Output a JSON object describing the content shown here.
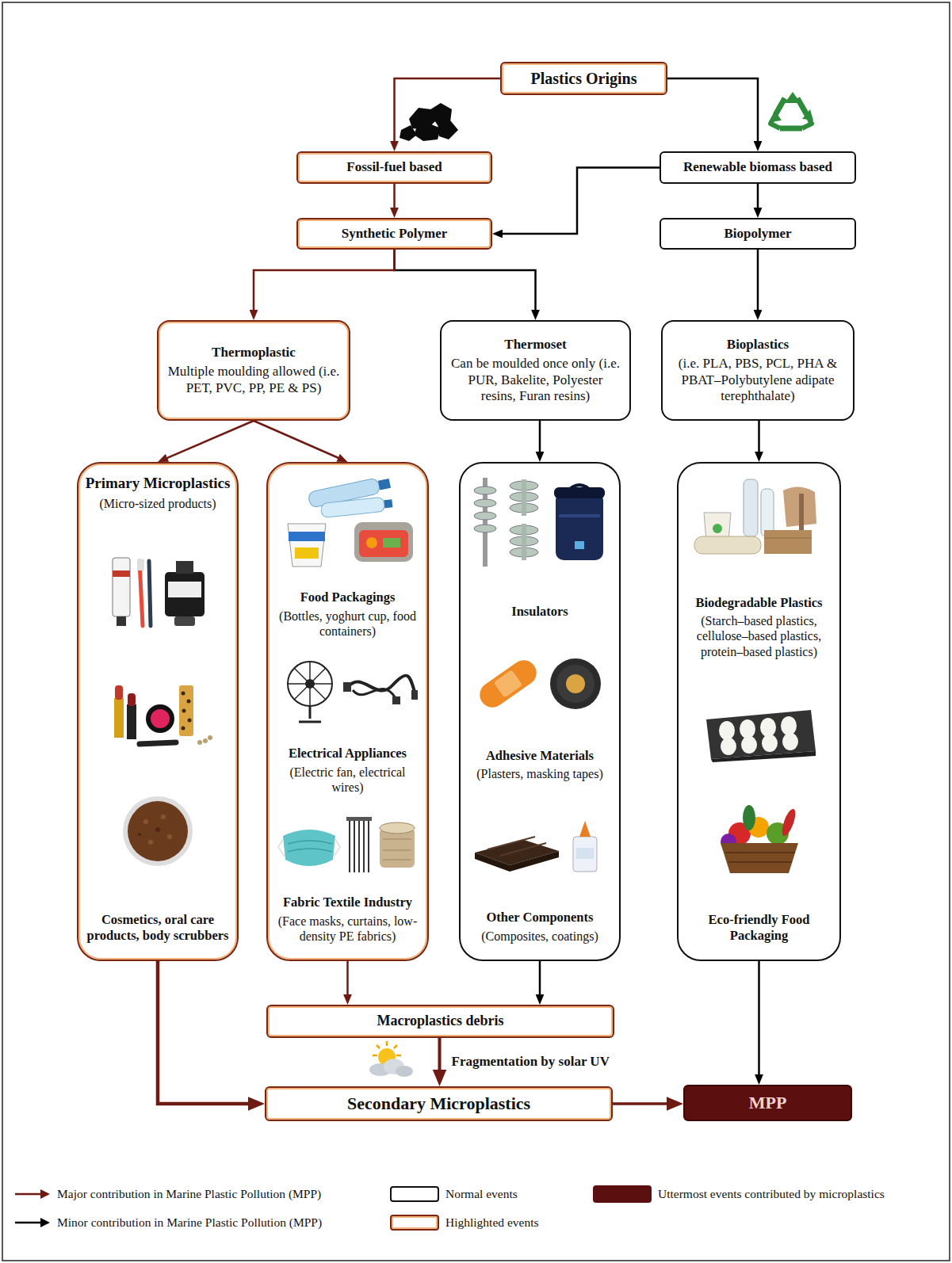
{
  "diagram": {
    "nodes": [
      {
        "text": [
          "Plastics Origins"
        ]
      },
      {
        "text": [
          "Fossil-fuel based"
        ]
      },
      {
        "text": [
          "Renewable biomass based"
        ]
      },
      {
        "text": [
          "Synthetic Polymer"
        ]
      },
      {
        "text": [
          "Biopolymer"
        ]
      },
      {
        "text": [
          "Thermoplastic",
          "Multiple moulding allowed (i.e. PET, PVC, PP, PE & PS)"
        ]
      },
      {
        "text": [
          "Thermoset",
          "Can be moulded once only (i.e. PUR, Bakelite, Polyester resins, Furan resins)"
        ]
      },
      {
        "text": [
          "Bioplastics",
          "(i.e. PLA, PBS, PCL, PHA & PBAT–Polybutylene adipate terephthalate)"
        ]
      },
      {
        "text": [
          "Primary Microplastics",
          "(Micro-sized products)",
          "Cosmetics, oral care products, body scrubbers"
        ]
      },
      {
        "text": [
          "Food Packagings",
          "(Bottles, yoghurt cup, food containers)",
          "Electrical Appliances",
          "(Electric fan, electrical wires)",
          "Fabric Textile Industry",
          "(Face masks, curtains, low-density PE fabrics)"
        ]
      },
      {
        "text": [
          "Insulators",
          "Adhesive Materials",
          "(Plasters, masking tapes)",
          "Other Components",
          "(Composites, coatings)"
        ]
      },
      {
        "text": [
          "Biodegradable Plastics",
          "(Starch–based plastics, cellulose–based plastics, protein–based plastics)",
          "Eco-friendly Food Packaging"
        ]
      },
      {
        "text": [
          "Macroplastics debris"
        ]
      },
      {
        "text": [
          "Secondary Microplastics"
        ]
      },
      {
        "text": [
          "MPP"
        ]
      }
    ],
    "edges": [
      {
        "from": 0,
        "to": 1,
        "arrow": "to"
      },
      {
        "from": 0,
        "to": 2,
        "arrow": "to"
      },
      {
        "from": 1,
        "to": 3,
        "arrow": "to"
      },
      {
        "from": 2,
        "to": 3,
        "arrow": "to"
      },
      {
        "from": 2,
        "to": 4,
        "arrow": "to"
      },
      {
        "from": 3,
        "to": 5,
        "arrow": "to"
      },
      {
        "from": 3,
        "to": 6,
        "arrow": "to"
      },
      {
        "from": 4,
        "to": 7,
        "arrow": "to"
      },
      {
        "from": 5,
        "to": 8,
        "arrow": "to"
      },
      {
        "from": 5,
        "to": 9,
        "arrow": "to"
      },
      {
        "from": 6,
        "to": 10,
        "arrow": "to"
      },
      {
        "from": 7,
        "to": 11,
        "arrow": "to"
      },
      {
        "from": 8,
        "to": 13,
        "arrow": "to"
      },
      {
        "from": 9,
        "to": 12,
        "arrow": "to"
      },
      {
        "from": 10,
        "to": 12,
        "arrow": "to"
      },
      {
        "from": 12,
        "to": 13,
        "label": "Fragmentation by solar UV",
        "arrow": "to"
      },
      {
        "from": 13,
        "to": 14,
        "arrow": "to"
      },
      {
        "from": 11,
        "to": 14,
        "arrow": "to"
      }
    ],
    "legend": [
      {
        "text": "Major contribution in Marine Plastic Pollution (MPP)"
      },
      {
        "text": "Normal events"
      },
      {
        "text": "Uttermost events contributed by microplastics",
        "color": "#5c0f0f"
      },
      {
        "text": "Minor contribution in Marine Plastic Pollution (MPP)"
      },
      {
        "text": "Highlighted events"
      }
    ]
  }
}
